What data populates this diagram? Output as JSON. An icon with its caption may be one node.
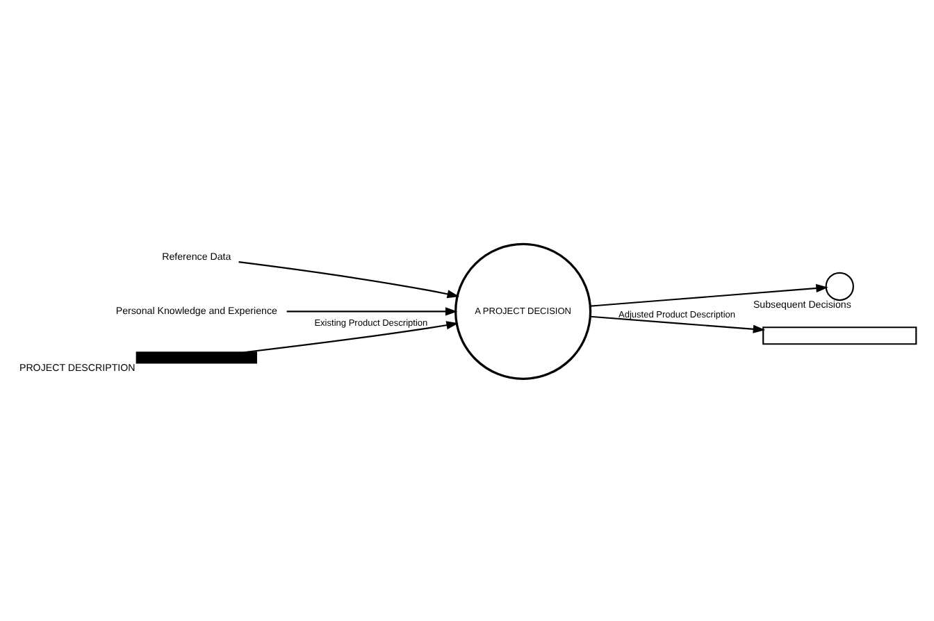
{
  "diagram": {
    "nodes": [
      {
        "text": [
          "A PROJECT DECISION"
        ]
      },
      {
        "text": [
          "Reference Data"
        ]
      },
      {
        "text": [
          "Personal Knowledge and Experience"
        ]
      },
      {
        "text": [],
        "shape": "circle",
        "beside": [
          "Subsequent Decisions"
        ]
      },
      {
        "text": [],
        "shape": "bar",
        "beside": [
          "PROJECT DESCRIPTION"
        ]
      },
      {
        "text": [],
        "shape": "bar"
      }
    ],
    "edges": [
      {
        "from": 1,
        "to": 0,
        "arrow": "to"
      },
      {
        "from": 2,
        "to": 0,
        "arrow": "to"
      },
      {
        "from": 4,
        "to": 0,
        "arrow": "to",
        "label": "Existing Product Description"
      },
      {
        "from": 0,
        "to": 3,
        "arrow": "to"
      },
      {
        "from": 0,
        "to": 5,
        "arrow": "to",
        "label": "Adjusted Product Description"
      }
    ]
  }
}
